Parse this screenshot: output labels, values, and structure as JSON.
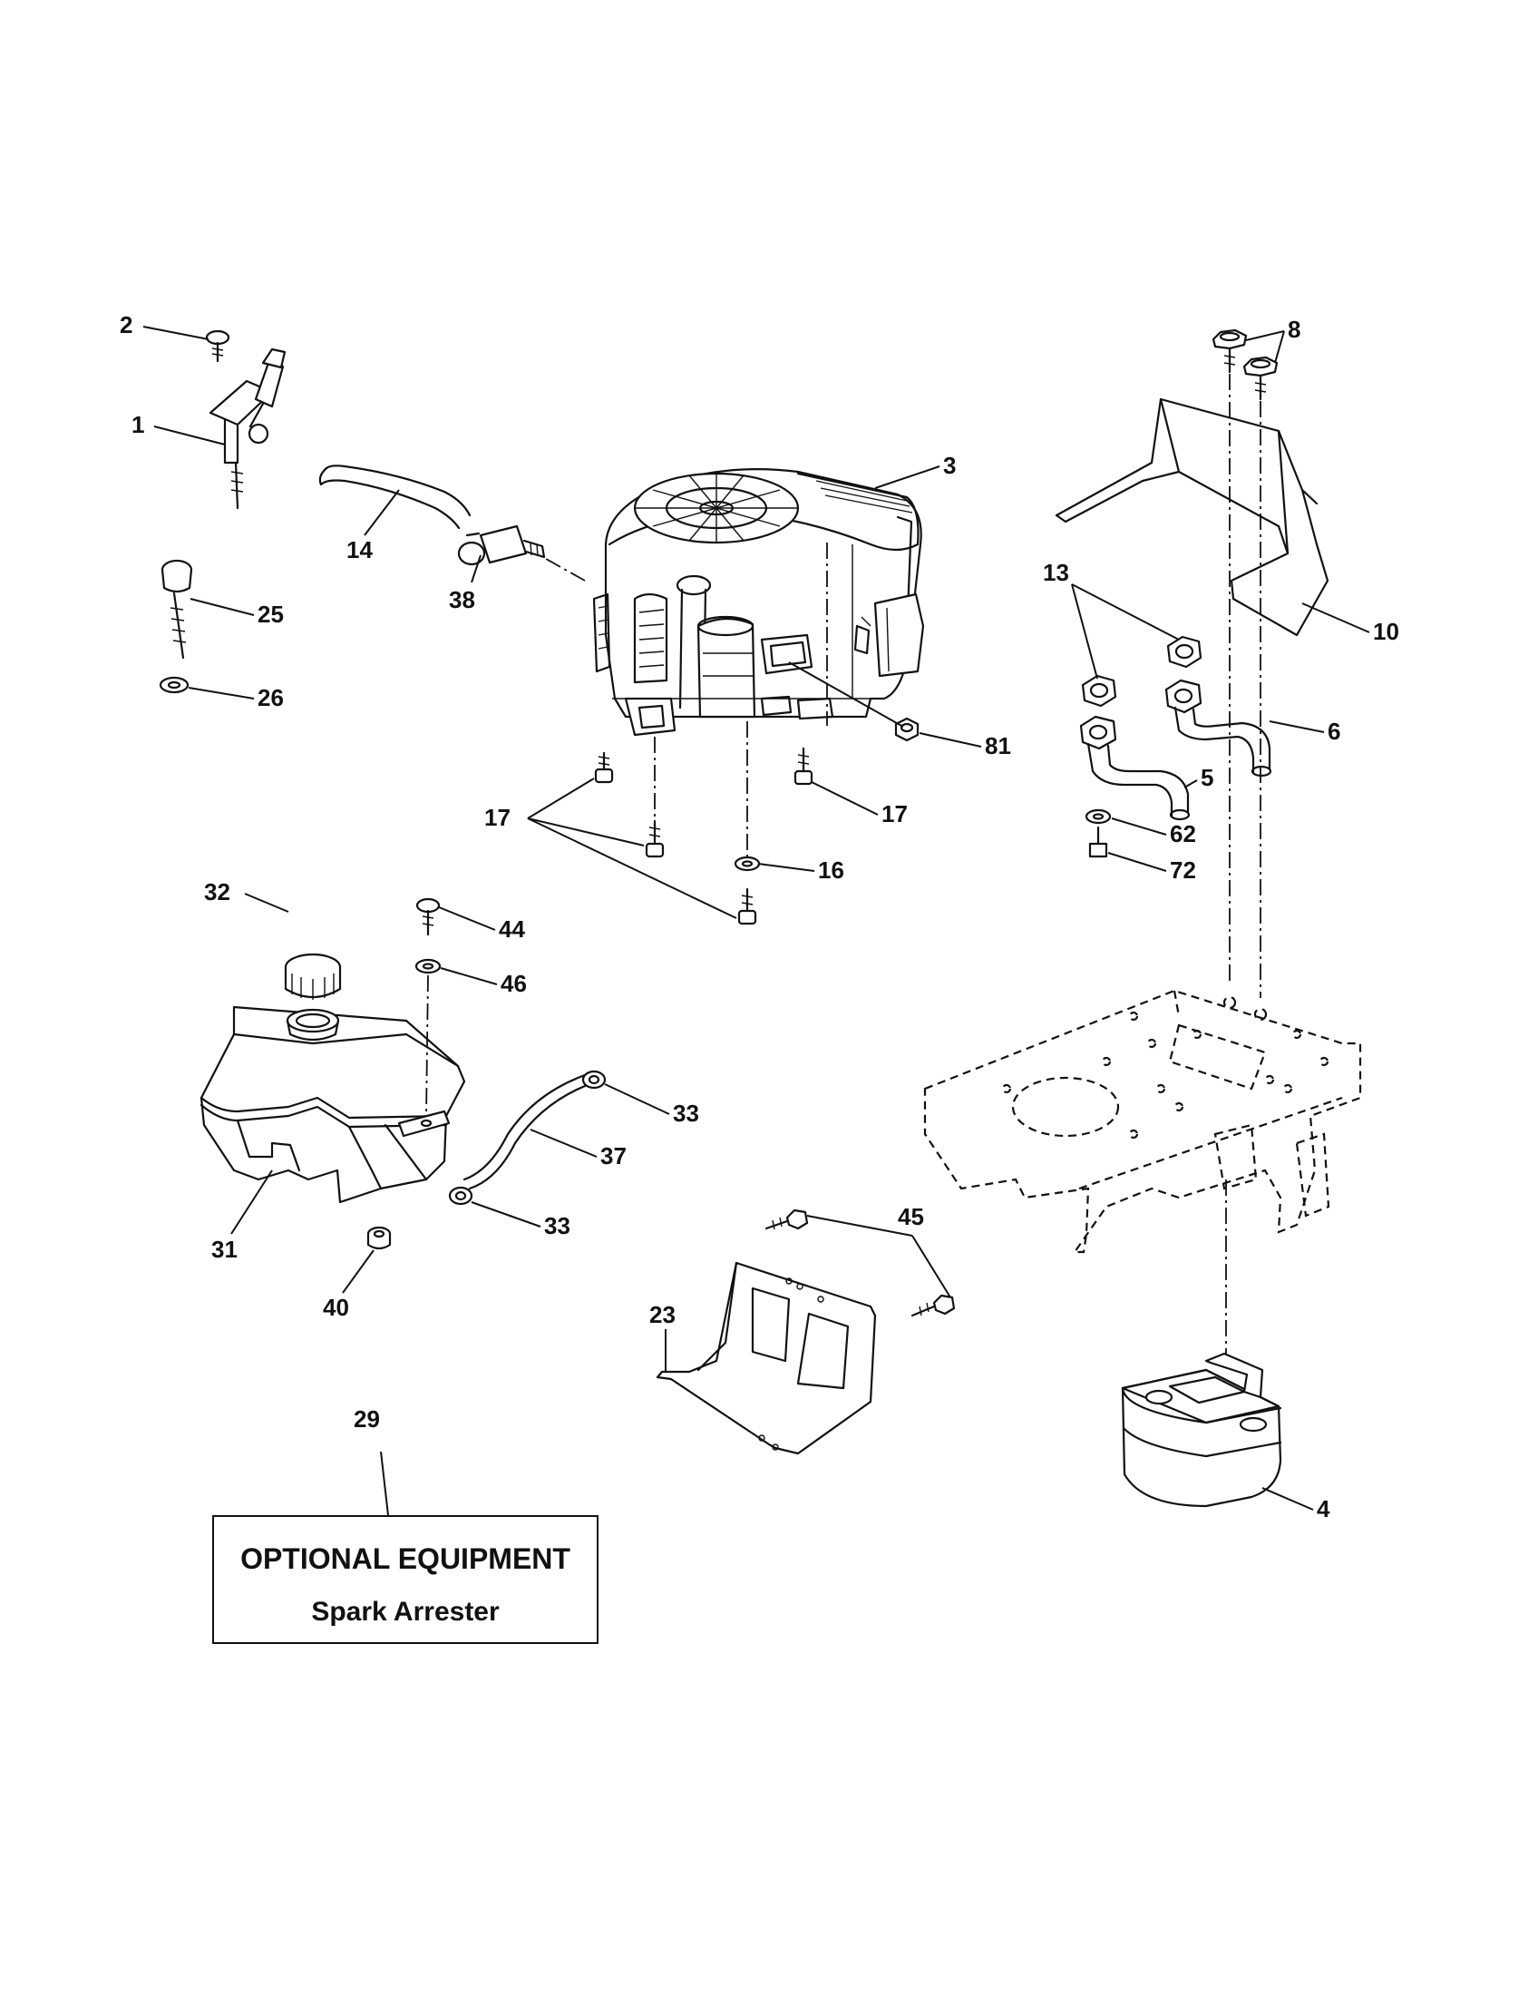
{
  "callouts": {
    "c1": "1",
    "c2": "2",
    "c3": "3",
    "c4": "4",
    "c5": "5",
    "c6": "6",
    "c8": "8",
    "c10": "10",
    "c13": "13",
    "c14": "14",
    "c16": "16",
    "c17a": "17",
    "c17b": "17",
    "c23": "23",
    "c25": "25",
    "c26": "26",
    "c29": "29",
    "c31": "31",
    "c32": "32",
    "c33a": "33",
    "c33b": "33",
    "c37": "37",
    "c38": "38",
    "c40": "40",
    "c44": "44",
    "c45": "45",
    "c46": "46",
    "c62": "62",
    "c72": "72",
    "c81": "81"
  },
  "optional_box": {
    "title": "OPTIONAL EQUIPMENT",
    "subtitle": "Spark Arrester"
  }
}
